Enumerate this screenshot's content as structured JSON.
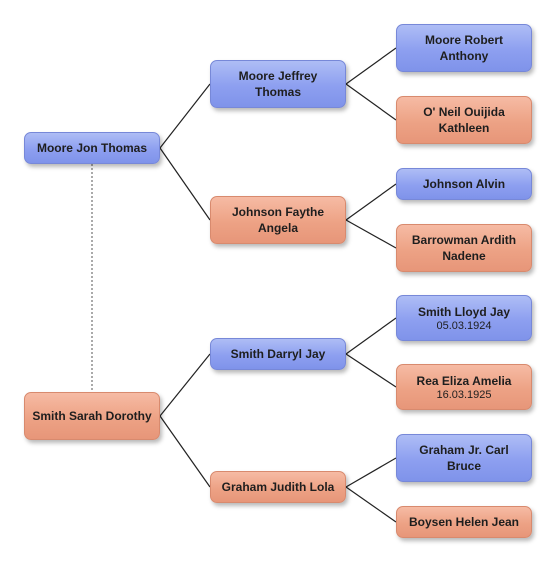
{
  "persons": [
    {
      "id": "jon",
      "name": "Moore Jon Thomas",
      "gender": "male",
      "date": ""
    },
    {
      "id": "sarah",
      "name": "Smith Sarah Dorothy",
      "gender": "female",
      "date": ""
    },
    {
      "id": "jeffrey",
      "name": "Moore Jeffrey Thomas",
      "gender": "male",
      "date": ""
    },
    {
      "id": "faythe",
      "name": "Johnson Faythe Angela",
      "gender": "female",
      "date": ""
    },
    {
      "id": "darryl",
      "name": "Smith Darryl Jay",
      "gender": "male",
      "date": ""
    },
    {
      "id": "judith",
      "name": "Graham Judith Lola",
      "gender": "female",
      "date": ""
    },
    {
      "id": "robert",
      "name": "Moore Robert Anthony",
      "gender": "male",
      "date": ""
    },
    {
      "id": "ouijida",
      "name": "O' Neil Ouijida Kathleen",
      "gender": "female",
      "date": ""
    },
    {
      "id": "alvin",
      "name": "Johnson Alvin",
      "gender": "male",
      "date": ""
    },
    {
      "id": "ardith",
      "name": "Barrowman Ardith Nadene",
      "gender": "female",
      "date": ""
    },
    {
      "id": "lloyd",
      "name": "Smith Lloyd Jay",
      "gender": "male",
      "date": "05.03.1924"
    },
    {
      "id": "eliza",
      "name": "Rea Eliza Amelia",
      "gender": "female",
      "date": "16.03.1925"
    },
    {
      "id": "carl",
      "name": "Graham Jr. Carl Bruce",
      "gender": "male",
      "date": ""
    },
    {
      "id": "helen",
      "name": "Boysen Helen Jean",
      "gender": "female",
      "date": ""
    }
  ],
  "parent_links": [
    {
      "child": "jon",
      "parent": "jeffrey"
    },
    {
      "child": "jon",
      "parent": "faythe"
    },
    {
      "child": "sarah",
      "parent": "darryl"
    },
    {
      "child": "sarah",
      "parent": "judith"
    },
    {
      "child": "jeffrey",
      "parent": "robert"
    },
    {
      "child": "jeffrey",
      "parent": "ouijida"
    },
    {
      "child": "faythe",
      "parent": "alvin"
    },
    {
      "child": "faythe",
      "parent": "ardith"
    },
    {
      "child": "darryl",
      "parent": "lloyd"
    },
    {
      "child": "darryl",
      "parent": "eliza"
    },
    {
      "child": "judith",
      "parent": "carl"
    },
    {
      "child": "judith",
      "parent": "helen"
    }
  ],
  "spouse_links": [
    {
      "a": "jon",
      "b": "sarah"
    }
  ],
  "colors": {
    "male": "#8d9ff0",
    "female": "#eda285",
    "line": "#222222",
    "spouse_line": "#555555"
  }
}
